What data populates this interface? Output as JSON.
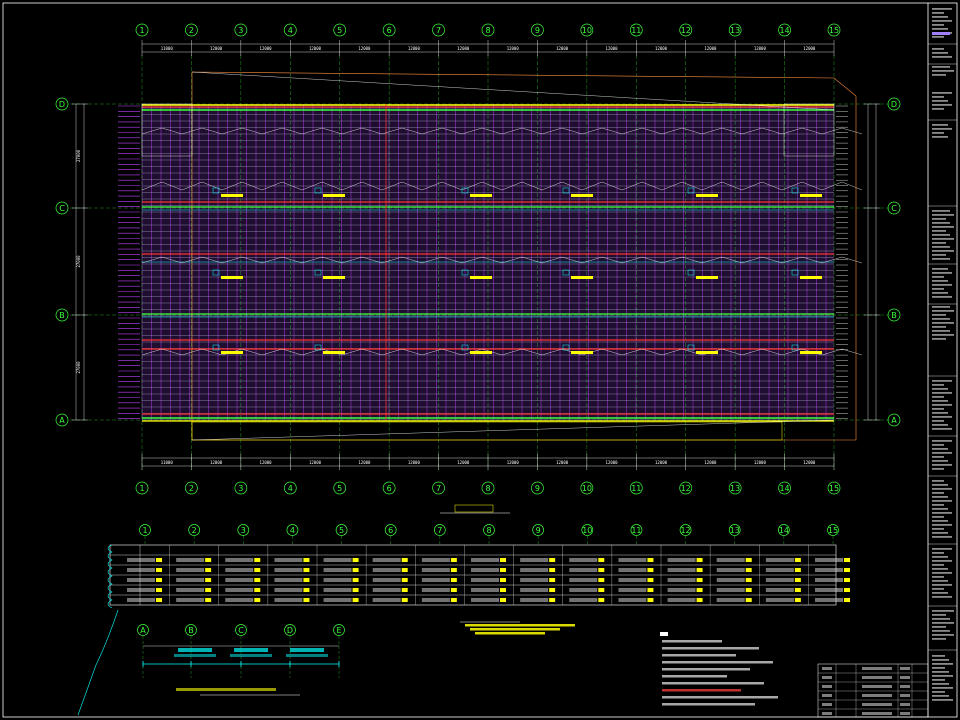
{
  "drawing": {
    "axes_numeric": [
      "1",
      "2",
      "3",
      "4",
      "5",
      "6",
      "7",
      "8",
      "9",
      "10",
      "11",
      "12",
      "13",
      "14",
      "15"
    ],
    "axes_alpha": [
      "D",
      "C",
      "B",
      "A"
    ],
    "lower_axes": [
      "1",
      "2",
      "3",
      "4",
      "5",
      "6",
      "7",
      "8",
      "9",
      "10",
      "11",
      "12",
      "13",
      "14",
      "15"
    ],
    "small_axes": [
      "A",
      "B",
      "C",
      "D",
      "E"
    ],
    "dims_top": [
      "11000",
      "12000",
      "12000",
      "12000",
      "12000",
      "12000",
      "12000",
      "12000",
      "12000",
      "12000",
      "12000",
      "12000",
      "12000",
      "12000"
    ],
    "dims_left": [
      "27000",
      "27000",
      "27000"
    ],
    "title_main": "",
    "title_table": "",
    "title_section": ""
  },
  "colors": {
    "grid_magenta": "#c040ff",
    "axis_green": "#3cff3c",
    "beam_red": "#ff3030",
    "purlin_white": "#e0e0e0",
    "yellow": "#ffff00",
    "cyan": "#00ffff",
    "orange": "#ff9040",
    "frame": "#ffffff"
  }
}
